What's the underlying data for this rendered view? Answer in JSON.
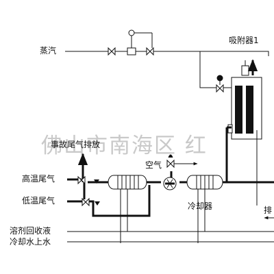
{
  "labels": {
    "steam": "蒸汽",
    "adsorber": "吸附器1",
    "emergency_vent": "事故尾气排放",
    "air": "空气",
    "high_temp_tail_gas": "高温尾气",
    "low_temp_tail_gas": "低温尾气",
    "cooler": "冷却器",
    "discharge": "排",
    "solvent_recovery": "溶剂回收液",
    "cooling_water_in": "冷却水上水"
  },
  "watermark": "佛山市南海区 红"
}
